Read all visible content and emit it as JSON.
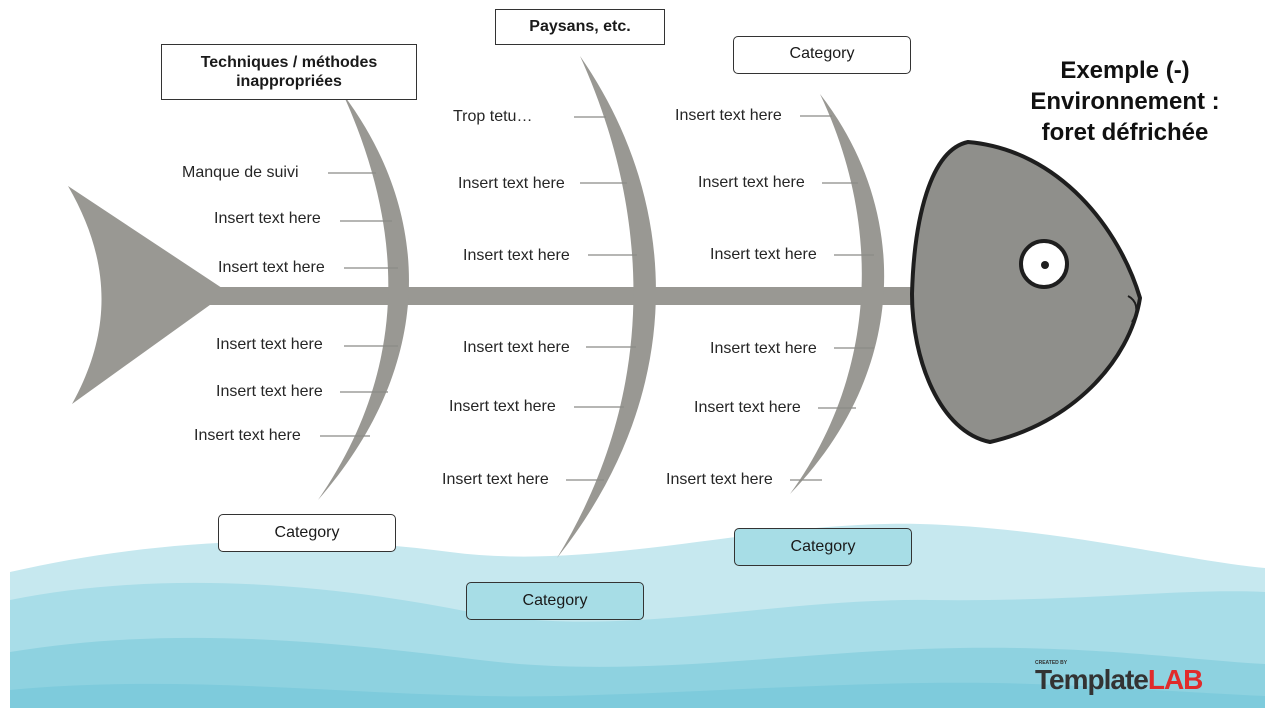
{
  "title": {
    "line1": "Exemple (-)",
    "line2": "Environnement :",
    "line3": "foret défrichée"
  },
  "categories": {
    "top_left": "Techniques / méthodes inappropriées",
    "top_middle": "Paysans, etc.",
    "top_right": "Category",
    "bottom_left": "Category",
    "bottom_middle": "Category",
    "bottom_right": "Category"
  },
  "causes": {
    "top_left": [
      "Manque de suivi",
      "Insert text here",
      "Insert text here"
    ],
    "bottom_left": [
      "Insert text here",
      "Insert text here",
      "Insert text here"
    ],
    "top_middle": [
      "Trop tetu…",
      "Insert text here",
      "Insert text here"
    ],
    "bottom_middle": [
      "Insert text here",
      "Insert text here",
      "Insert text here"
    ],
    "top_right": [
      "Insert text here",
      "Insert text here",
      "Insert text here"
    ],
    "bottom_right": [
      "Insert text here",
      "Insert text here",
      "Insert text here"
    ]
  },
  "logo": {
    "created_by": "CREATED BY",
    "brand_part1": "Template",
    "brand_part2": "LAB"
  },
  "colors": {
    "bone": "#999893",
    "fish_head": "#8f8f8b",
    "water_light": "#c6e8ef",
    "water_mid": "#9fd9e4",
    "water_dark": "#7ecbdc",
    "logo_accent": "#e02b2b"
  }
}
